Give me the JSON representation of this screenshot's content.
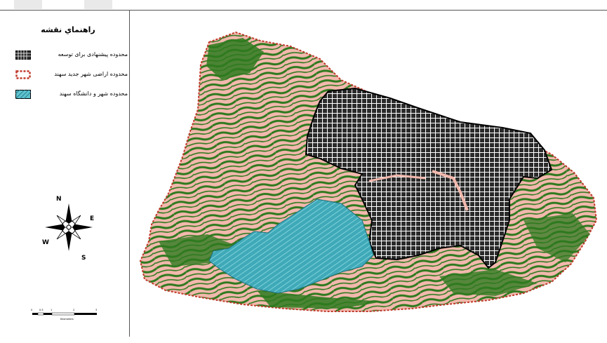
{
  "legend": {
    "title": "راهنماي نقشه",
    "items": [
      {
        "label": "محدوده پیشنهادی برای توسعه",
        "kind": "grid"
      },
      {
        "label": "محدوده اراضی شهر جدید سهند",
        "kind": "dashed-red"
      },
      {
        "label": "محدوده شهر و دانشگاه سهند",
        "kind": "hatched-blue"
      }
    ]
  },
  "north_arrow": {
    "icon": "compass-rose-icon",
    "n": "N",
    "e": "E",
    "s": "S",
    "w": "W"
  },
  "scale_bar": {
    "ticks": [
      "0",
      "0.5",
      "1",
      "2",
      "3"
    ],
    "unit": "Kilometers"
  },
  "colors": {
    "vegetation": "#2e7a1f",
    "terrain": "#f2b8ad",
    "boundary": "#c0392b",
    "proposed": "#2a2a2a",
    "university": "#3fa9b8"
  }
}
